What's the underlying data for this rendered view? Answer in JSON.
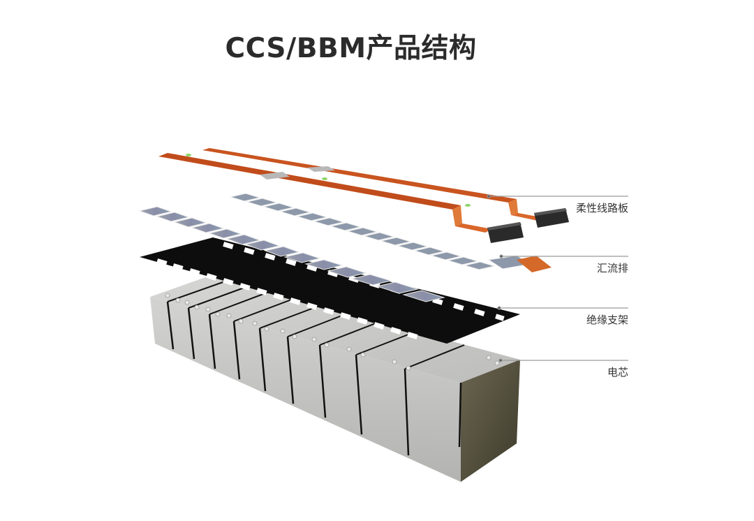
{
  "title": "CCS/BBM产品结构",
  "components": [
    {
      "id": "fpc",
      "label": "柔性线路板",
      "color": "#c9541f"
    },
    {
      "id": "busbar",
      "label": "汇流排",
      "color": "#8a95a6"
    },
    {
      "id": "bracket",
      "label": "绝缘支架",
      "color": "#0d0d0d"
    },
    {
      "id": "cell",
      "label": "电芯",
      "color": "#c8c8c6"
    }
  ]
}
